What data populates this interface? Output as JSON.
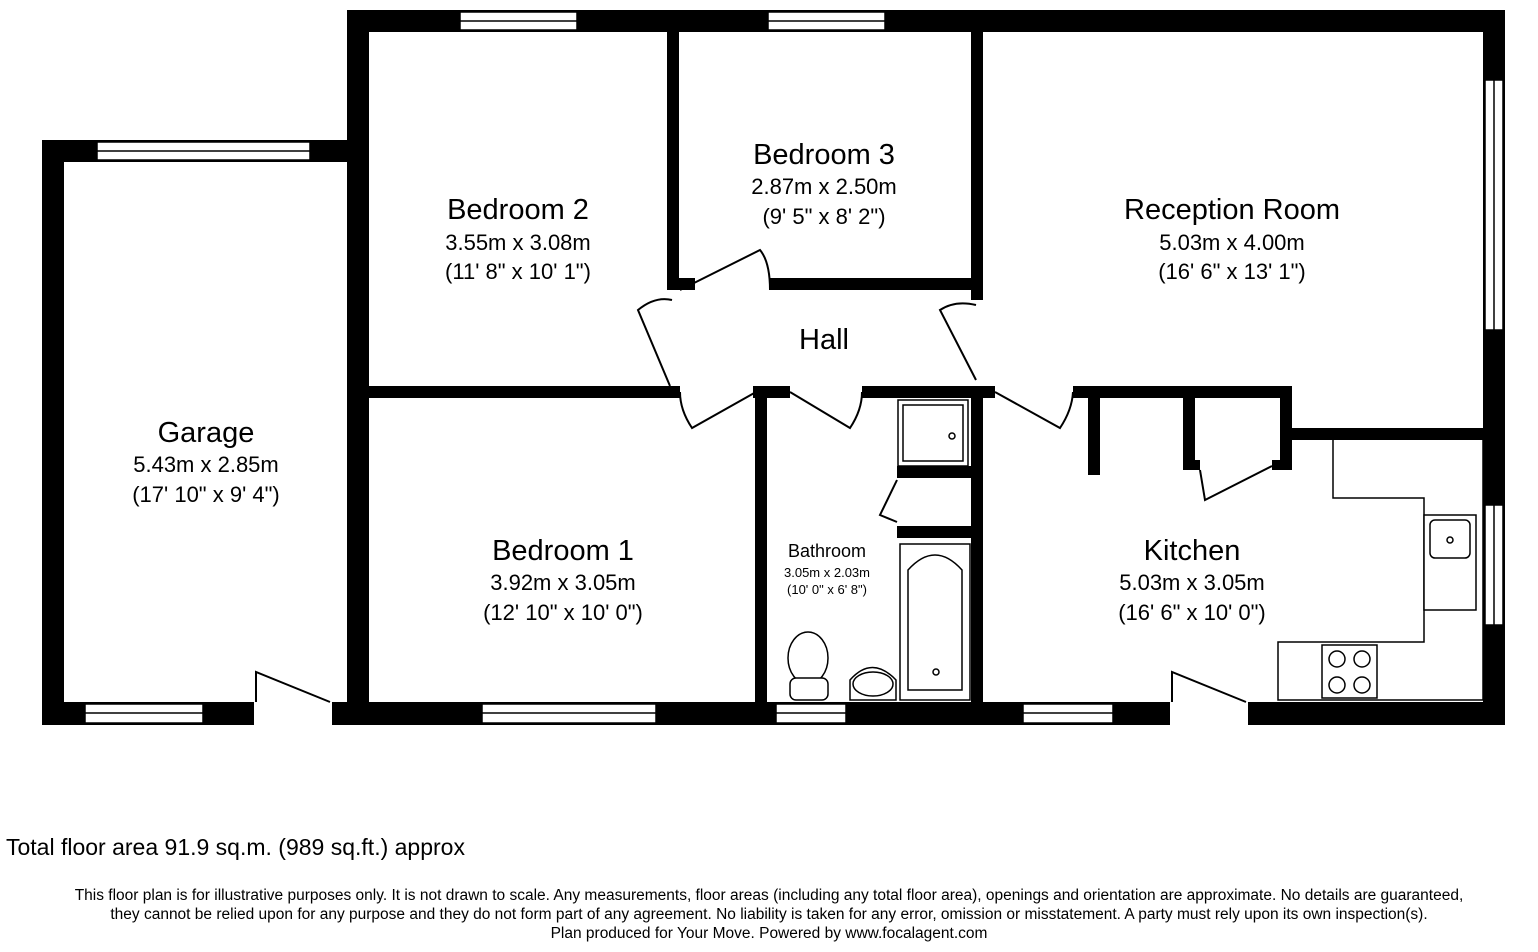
{
  "rooms": {
    "garage": {
      "name": "Garage",
      "metric": "5.43m x 2.85m",
      "imperial": "(17' 10\" x 9' 4\")"
    },
    "bedroom2": {
      "name": "Bedroom 2",
      "metric": "3.55m x 3.08m",
      "imperial": "(11' 8\" x 10' 1\")"
    },
    "bedroom3": {
      "name": "Bedroom 3",
      "metric": "2.87m x 2.50m",
      "imperial": "(9' 5\" x 8' 2\")"
    },
    "reception": {
      "name": "Reception Room",
      "metric": "5.03m x 4.00m",
      "imperial": "(16' 6\" x 13' 1\")"
    },
    "hall": {
      "name": "Hall"
    },
    "bedroom1": {
      "name": "Bedroom 1",
      "metric": "3.92m x 3.05m",
      "imperial": "(12' 10\" x 10' 0\")"
    },
    "bathroom": {
      "name": "Bathroom",
      "metric": "3.05m x 2.03m",
      "imperial": "(10' 0\" x 6' 8\")"
    },
    "kitchen": {
      "name": "Kitchen",
      "metric": "5.03m x 3.05m",
      "imperial": "(16' 6\" x 10' 0\")"
    }
  },
  "total_area": "Total floor area 91.9 sq.m. (989 sq.ft.) approx",
  "disclaimer": [
    "This floor plan is for illustrative purposes only. It is not drawn to scale. Any measurements, floor areas (including any total floor area), openings and orientation are approximate. No details are guaranteed,",
    "they cannot be relied upon for any purpose and they do not form part of any agreement. No liability is taken for any error, omission or misstatement. A party must rely upon its own inspection(s).",
    "Plan produced for Your Move. Powered by www.focalagent.com"
  ]
}
